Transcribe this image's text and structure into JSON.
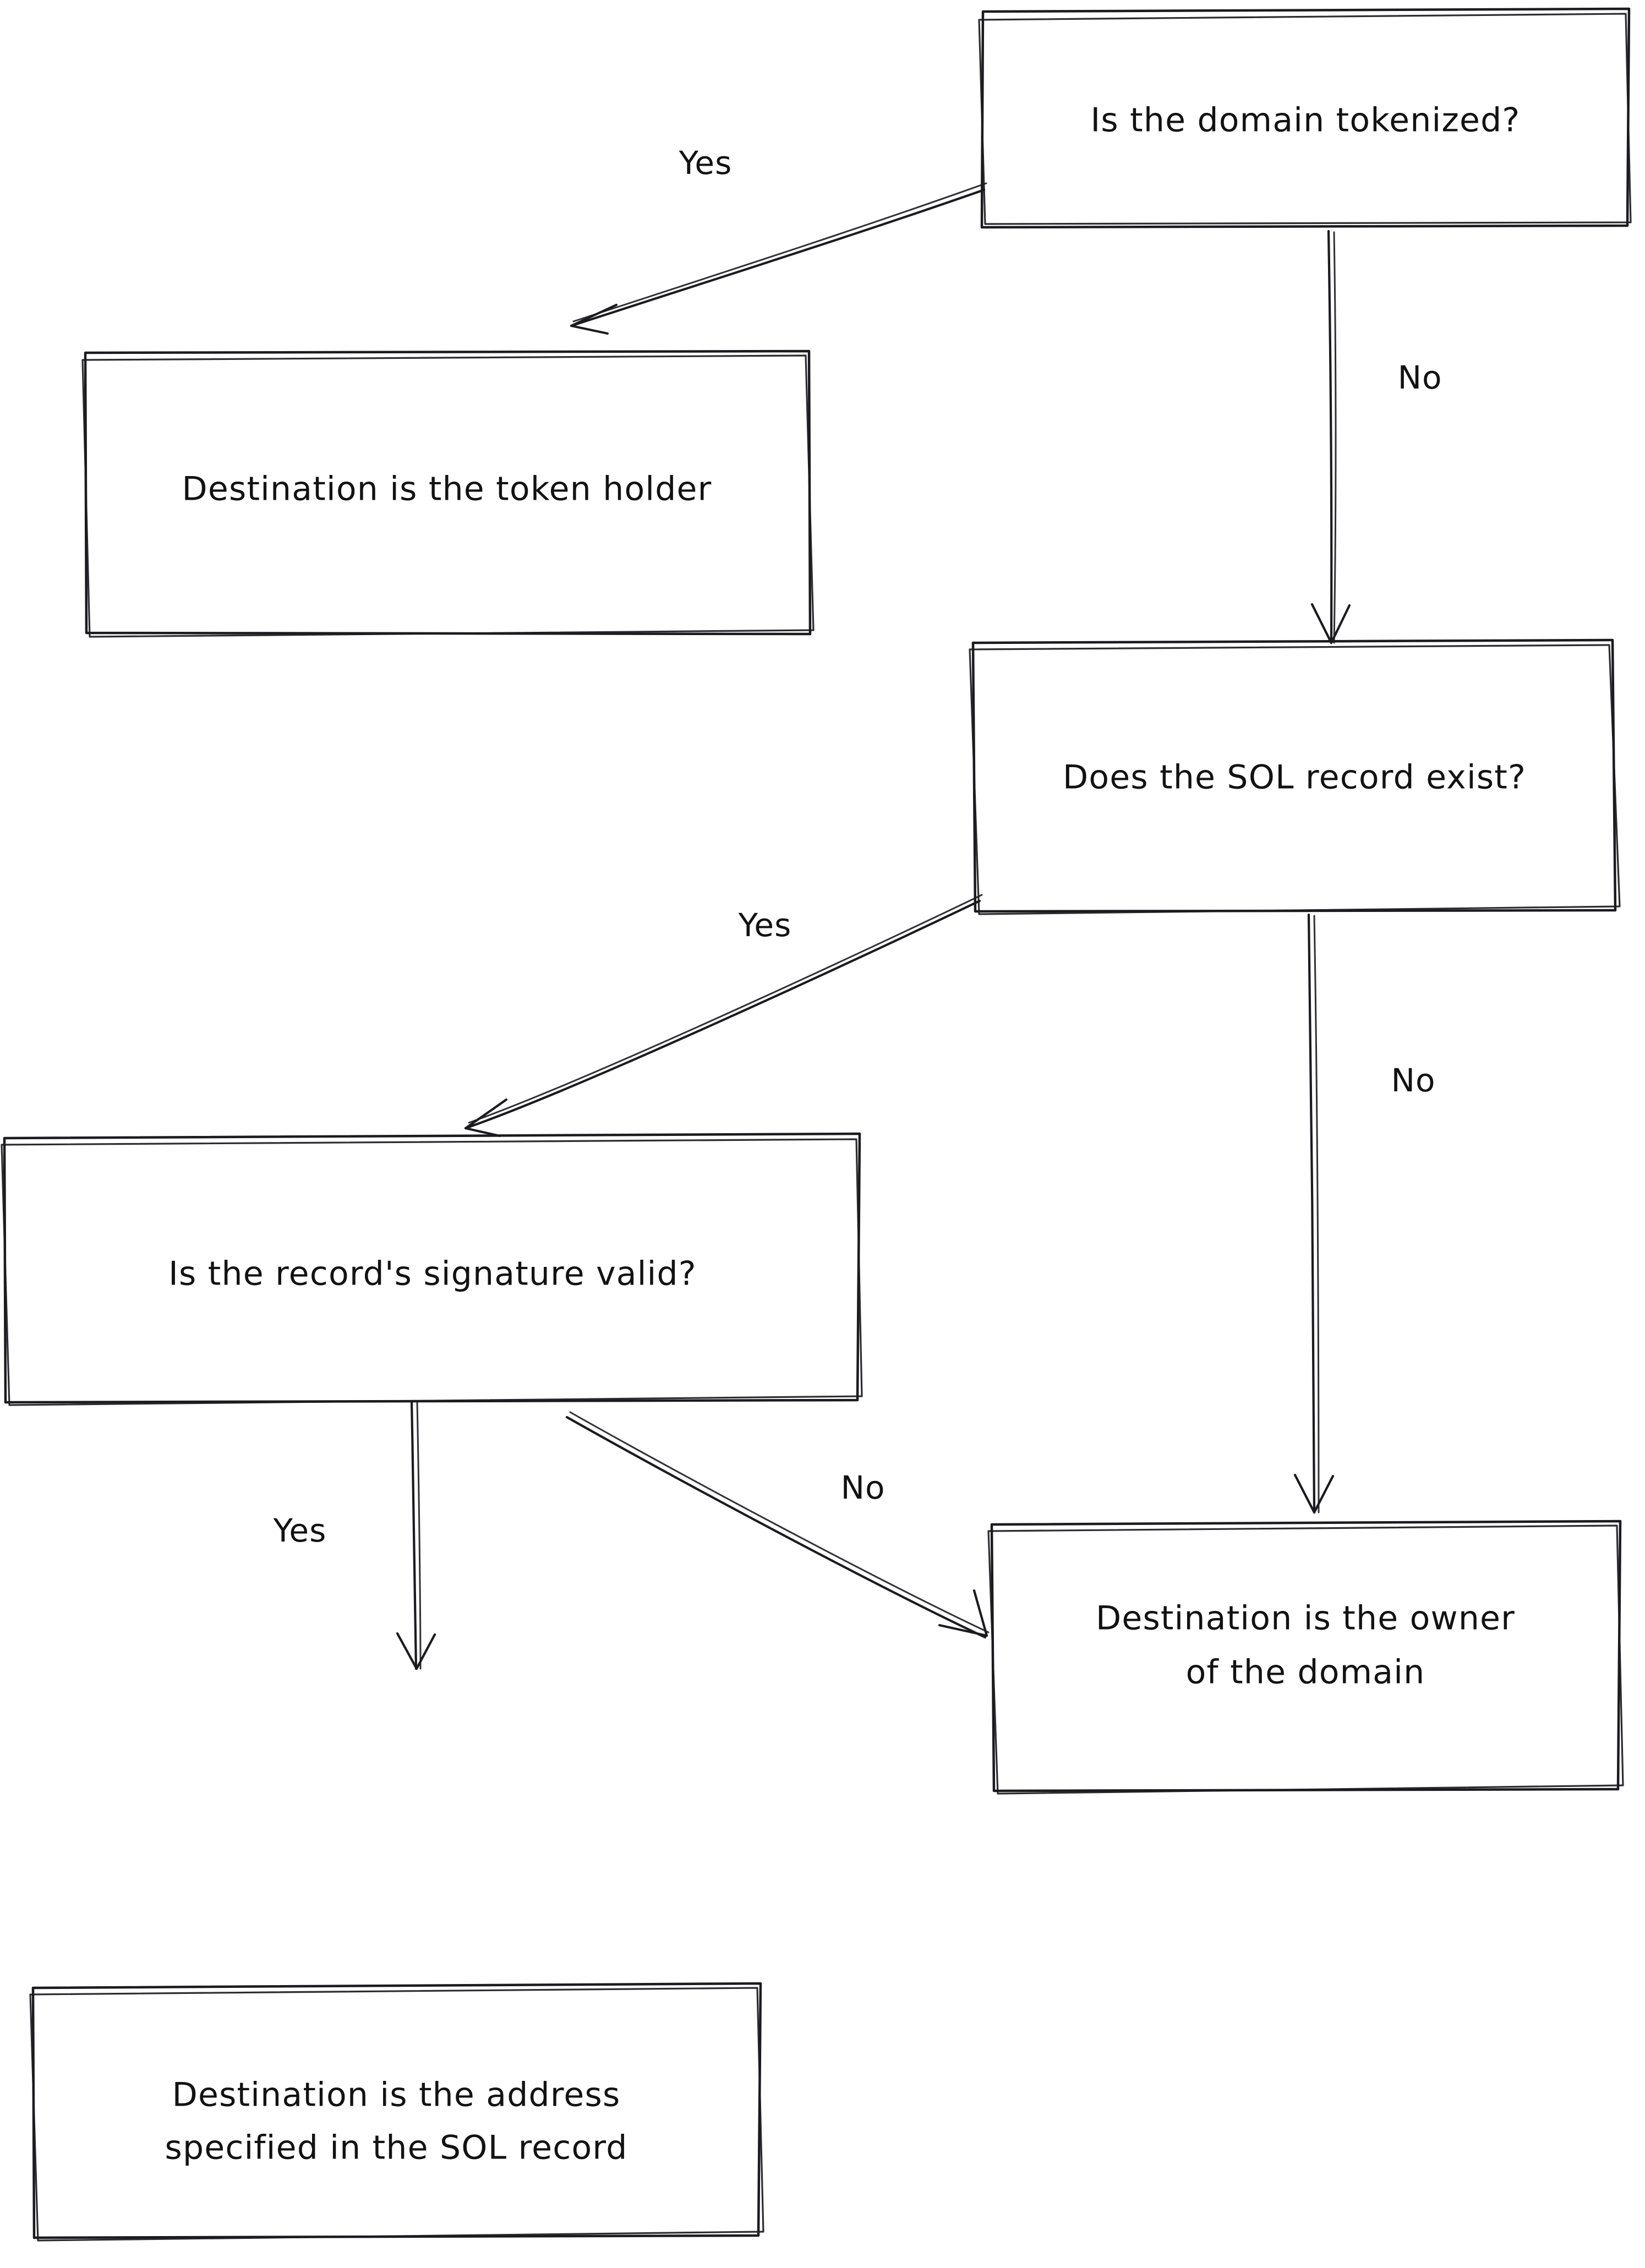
{
  "diagram": {
    "type": "flowchart",
    "style": "hand-drawn",
    "background_color": "#ffffff",
    "stroke_color": "#1b1b1f",
    "text_color": "#121212",
    "nodes": [
      {
        "id": "domain-tokenized",
        "label": "Is the domain tokenized?",
        "kind": "decision",
        "lines": [
          "Is the domain tokenized?"
        ]
      },
      {
        "id": "token-holder",
        "label": "Destination is the token holder",
        "kind": "terminal",
        "lines": [
          "Destination is the token holder"
        ]
      },
      {
        "id": "sol-record-exists",
        "label": "Does the SOL record exist?",
        "kind": "decision",
        "lines": [
          "Does the SOL record exist?"
        ]
      },
      {
        "id": "signature-valid",
        "label": "Is the record's signature valid?",
        "kind": "decision",
        "lines": [
          "Is the record's signature valid?"
        ]
      },
      {
        "id": "domain-owner",
        "label": "Destination is the owner of the domain",
        "kind": "terminal",
        "lines": [
          "Destination is the owner",
          "of the domain"
        ]
      },
      {
        "id": "sol-record-address",
        "label": "Destination is the address specified in the SOL record",
        "kind": "terminal",
        "lines": [
          "Destination is the address",
          "specified in the SOL record"
        ]
      }
    ],
    "edges": [
      {
        "id": "e1",
        "from": "domain-tokenized",
        "to": "token-holder",
        "label": "Yes"
      },
      {
        "id": "e2",
        "from": "domain-tokenized",
        "to": "sol-record-exists",
        "label": "No"
      },
      {
        "id": "e3",
        "from": "sol-record-exists",
        "to": "signature-valid",
        "label": "Yes"
      },
      {
        "id": "e4",
        "from": "sol-record-exists",
        "to": "domain-owner",
        "label": "No"
      },
      {
        "id": "e5",
        "from": "signature-valid",
        "to": "domain-owner",
        "label": "No"
      },
      {
        "id": "e6",
        "from": "signature-valid",
        "to": "sol-record-address",
        "label": "Yes"
      }
    ]
  }
}
